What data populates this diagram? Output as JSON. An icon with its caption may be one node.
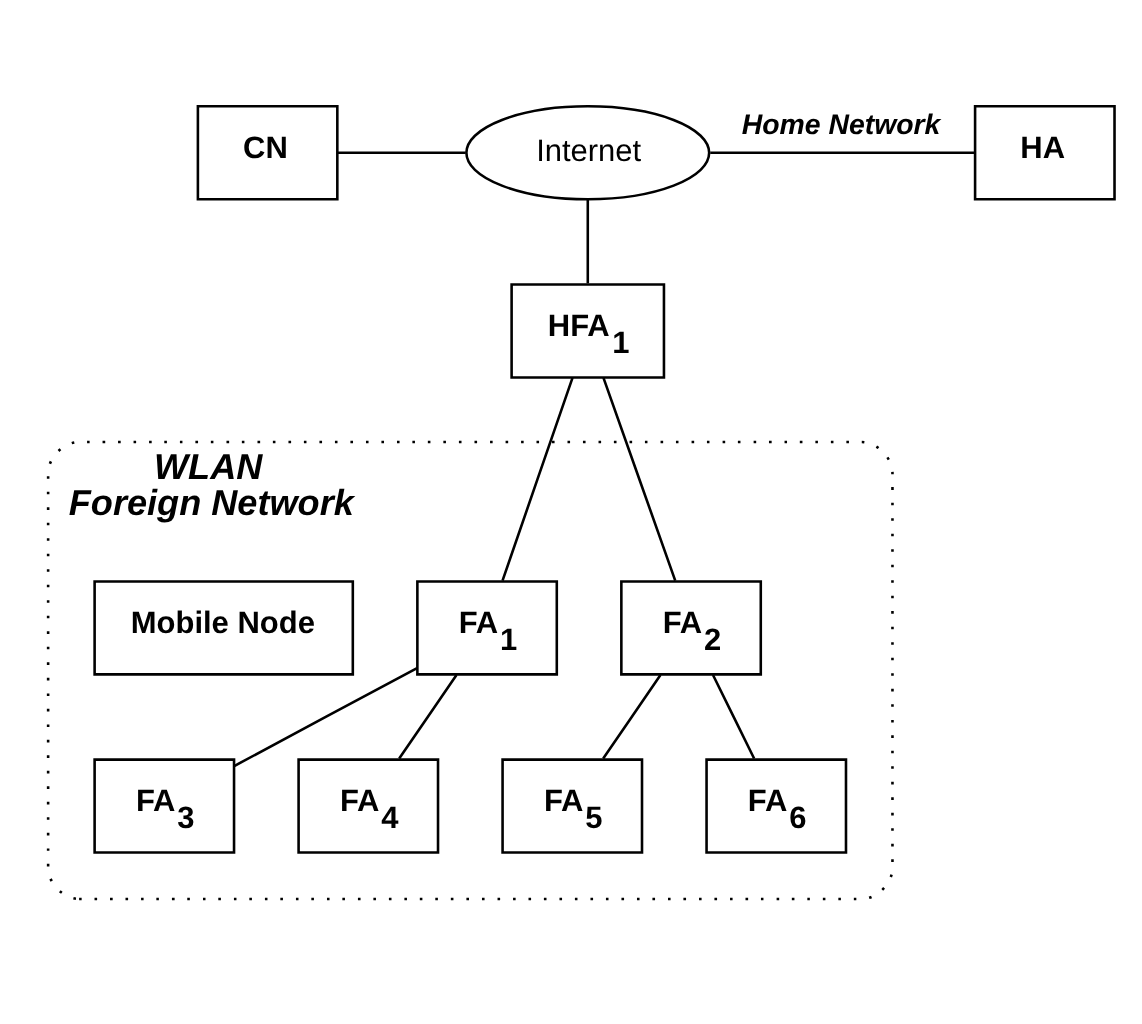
{
  "diagram": {
    "nodes": [
      {
        "text": [
          "CN"
        ]
      },
      {
        "text": [
          "Internet"
        ]
      },
      {
        "text": [
          "HA"
        ]
      },
      {
        "text": [
          "HFA$_{1}$"
        ]
      },
      {
        "text": [
          "WLAN",
          "Foreign Network"
        ]
      },
      {
        "text": [
          "FA$_{1}$"
        ],
        "in": 4
      },
      {
        "text": [
          "FA$_{2}$"
        ],
        "in": 4
      },
      {
        "text": [
          "FA$_{3}$"
        ],
        "in": 4
      },
      {
        "text": [
          "FA$_{4}$"
        ],
        "in": 4
      },
      {
        "text": [
          "FA$_{5}$"
        ],
        "in": 4
      },
      {
        "text": [
          "FA$_{6}$"
        ],
        "in": 4
      },
      {
        "text": [
          "Mobile Node"
        ],
        "in": 4
      }
    ],
    "edges": [
      {
        "from": 0,
        "to": 1,
        "arrow": "none"
      },
      {
        "from": 1,
        "to": 2,
        "arrow": "none",
        "label": "Home Network"
      },
      {
        "from": 1,
        "to": 3,
        "arrow": "none"
      },
      {
        "from": 3,
        "to": 5,
        "arrow": "none"
      },
      {
        "from": 3,
        "to": 6,
        "arrow": "none"
      },
      {
        "from": 5,
        "to": 7,
        "arrow": "none"
      },
      {
        "from": 5,
        "to": 8,
        "arrow": "none"
      },
      {
        "from": 6,
        "to": 9,
        "arrow": "none"
      },
      {
        "from": 6,
        "to": 10,
        "arrow": "none"
      }
    ]
  }
}
